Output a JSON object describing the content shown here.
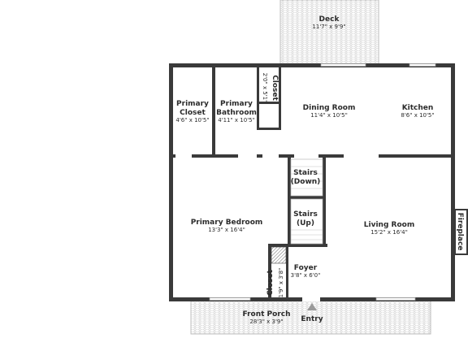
{
  "rooms": {
    "deck": {
      "name": "Deck",
      "dim": "11'7\" x 9'9\""
    },
    "primary_closet": {
      "name_l1": "Primary",
      "name_l2": "Closet",
      "dim": "4'6\" x 10'5\""
    },
    "primary_bathroom": {
      "name_l1": "Primary",
      "name_l2": "Bathroom",
      "dim": "4'11\" x 10'5\""
    },
    "upper_closet": {
      "name": "Closet",
      "dim": "2'0\" x 5'1\""
    },
    "dining_room": {
      "name": "Dining Room",
      "dim": "11'4\" x 10'5\""
    },
    "kitchen": {
      "name": "Kitchen",
      "dim": "8'6\" x 10'5\""
    },
    "stairs_down": {
      "name_l1": "Stairs",
      "name_l2": "(Down)"
    },
    "stairs_up": {
      "name_l1": "Stairs",
      "name_l2": "(Up)"
    },
    "primary_bedroom": {
      "name": "Primary Bedroom",
      "dim": "13'3\" x 16'4\""
    },
    "living_room": {
      "name": "Living Room",
      "dim": "15'2\" x 16'4\""
    },
    "fireplace": {
      "name": "Fireplace"
    },
    "foyer": {
      "name": "Foyer",
      "dim": "3'8\" x 6'0\""
    },
    "lower_closet": {
      "name": "Closet",
      "dim": "1'9\" x 3'8\""
    },
    "front_porch": {
      "name": "Front Porch",
      "dim": "28'3\" x 3'9\""
    },
    "entry": {
      "name": "Entry"
    }
  },
  "colors": {
    "wall": "#3a3a3a",
    "text": "#2b2b2b",
    "outdoor_pattern": "#c8c8c8"
  }
}
